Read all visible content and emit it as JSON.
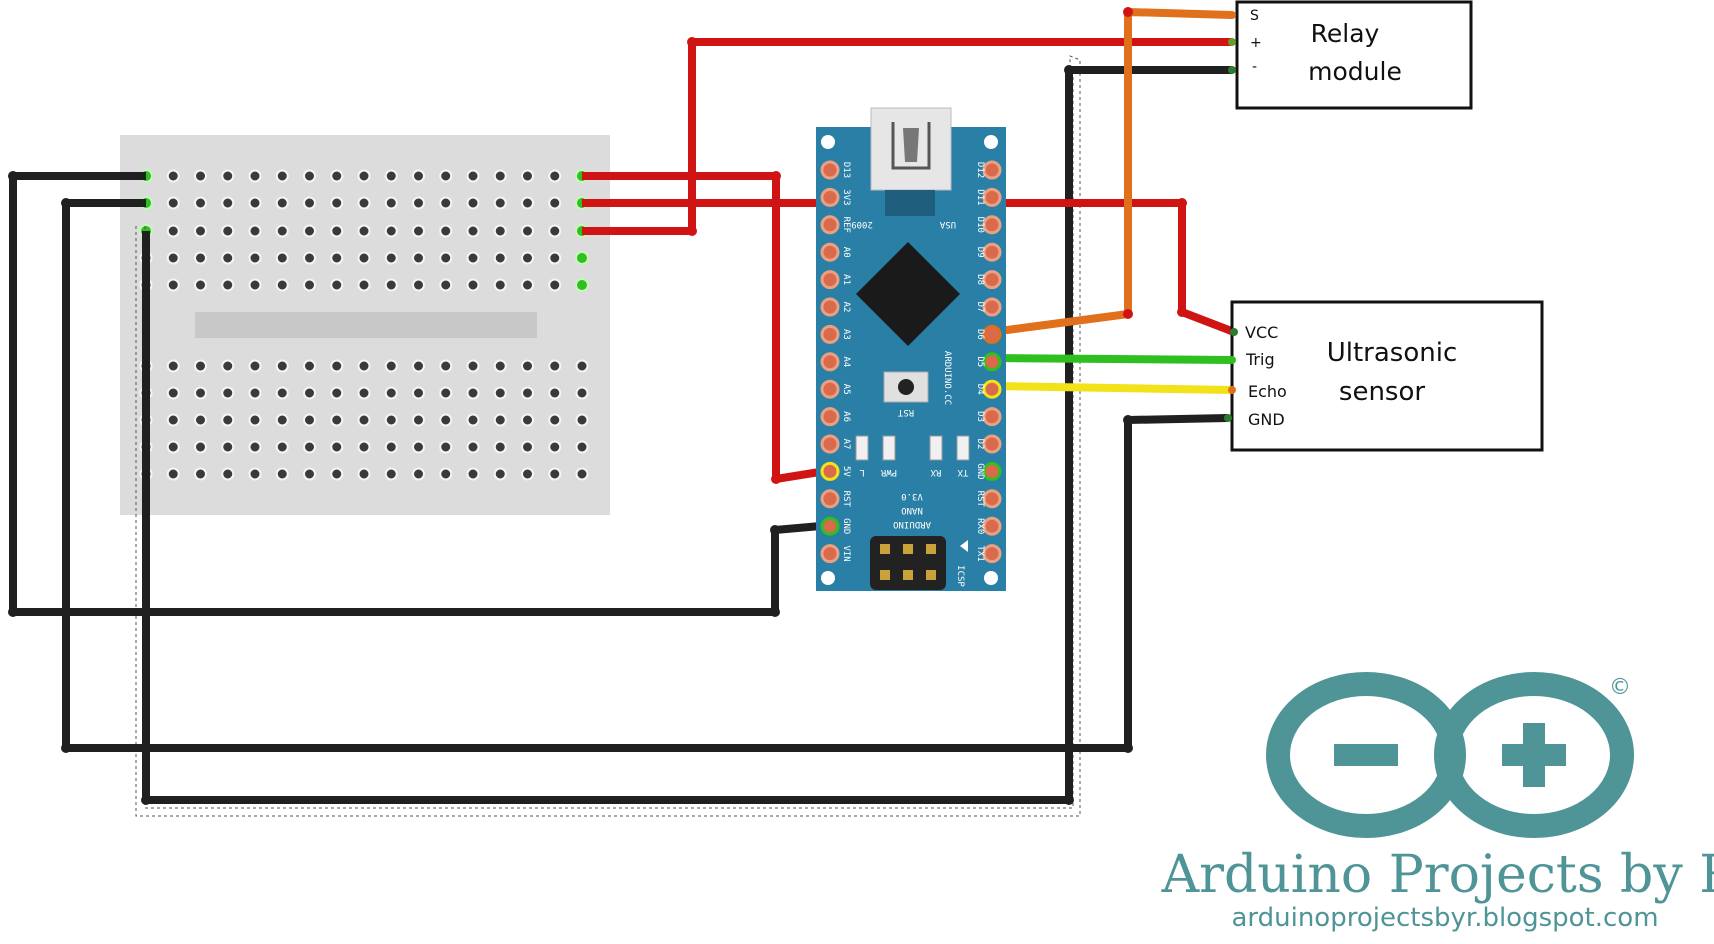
{
  "relay": {
    "title_line1": "Relay",
    "title_line2": "module",
    "pin_s": "S",
    "pin_plus": "+",
    "pin_minus": "-"
  },
  "sensor": {
    "title_line1": "Ultrasonic",
    "title_line2": "sensor",
    "pin_vcc": "VCC",
    "pin_trig": "Trig",
    "pin_echo": "Echo",
    "pin_gnd": "GND"
  },
  "nano": {
    "left_pins": [
      "D13",
      "3V3",
      "REF",
      "A0",
      "A1",
      "A2",
      "A3",
      "A4",
      "A5",
      "A6",
      "A7",
      "5V",
      "RST",
      "GND",
      "VIN"
    ],
    "right_pins": [
      "D12",
      "D11",
      "D10",
      "D9",
      "D8",
      "D7",
      "D6",
      "D5",
      "D4",
      "D3",
      "D2",
      "GND",
      "RST",
      "RX0",
      "TX1"
    ],
    "text_2009": "2009",
    "text_usa": "USA",
    "text_site": "ARDUINO.CC",
    "text_rst": "RST",
    "led_labels": [
      "L",
      "PWR",
      "RX",
      "TX"
    ],
    "name_line1": "ARDUINO",
    "name_line2": "NANO",
    "name_line3": "V3.0",
    "icsp": "ICSP"
  },
  "branding": {
    "copyright": "©",
    "title": "Arduino Projects by R",
    "url": "arduinoprojectsbyr.blogspot.com",
    "logo_color": "#4f9497"
  },
  "colors": {
    "wire_red": "#d01414",
    "wire_black": "#202020",
    "wire_orange": "#e0701c",
    "wire_green": "#2fbf1e",
    "wire_yellow": "#f2e21a",
    "board_blue": "#2a7fa6",
    "breadboard": "#dcdcdc"
  }
}
